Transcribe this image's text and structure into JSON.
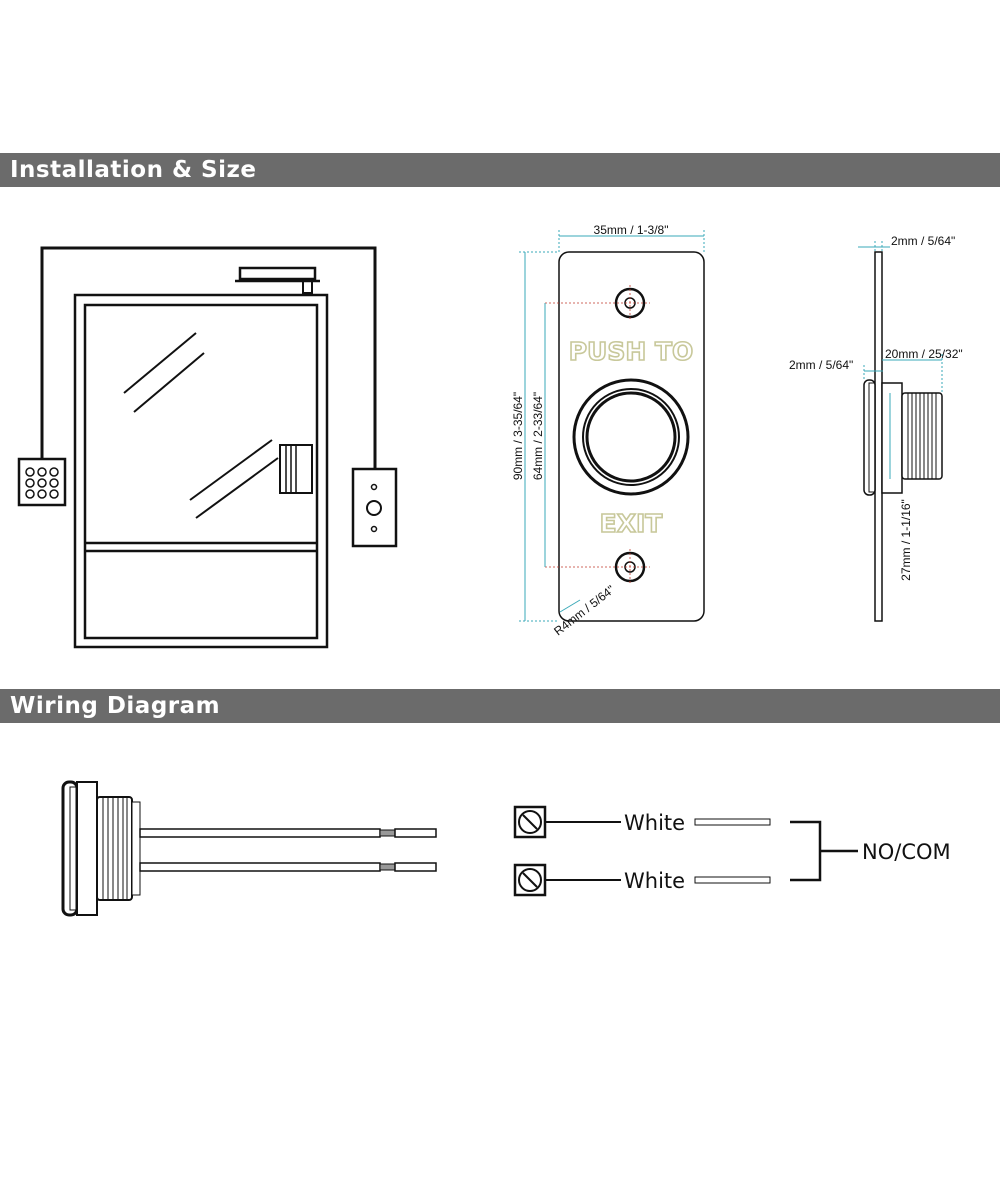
{
  "sections": {
    "installation_title": "Installation & Size",
    "wiring_title": "Wiring Diagram"
  },
  "plate": {
    "top_text": "PUSH TO",
    "bottom_text": "EXIT"
  },
  "dimensions": {
    "width": "35mm / 1-3/8\"",
    "height_total": "90mm / 3-35/64\"",
    "hole_spacing": "64mm / 2-33/64\"",
    "corner_radius": "R4mm / 5/64\"",
    "side_plate_thickness": "2mm / 5/64\"",
    "side_flange_thickness": "2mm / 5/64\"",
    "thread_length": "20mm / 25/32\"",
    "thread_diameter": "27mm / 1-1/16\""
  },
  "wiring": {
    "wire_1_color": "White",
    "wire_2_color": "White",
    "terminal_label": "NO/COM"
  },
  "colors": {
    "band": "#6b6b6b",
    "dimension_line": "#3aa9b8",
    "center_mark": "#c0392b",
    "etched_text": "#c8c89a"
  }
}
